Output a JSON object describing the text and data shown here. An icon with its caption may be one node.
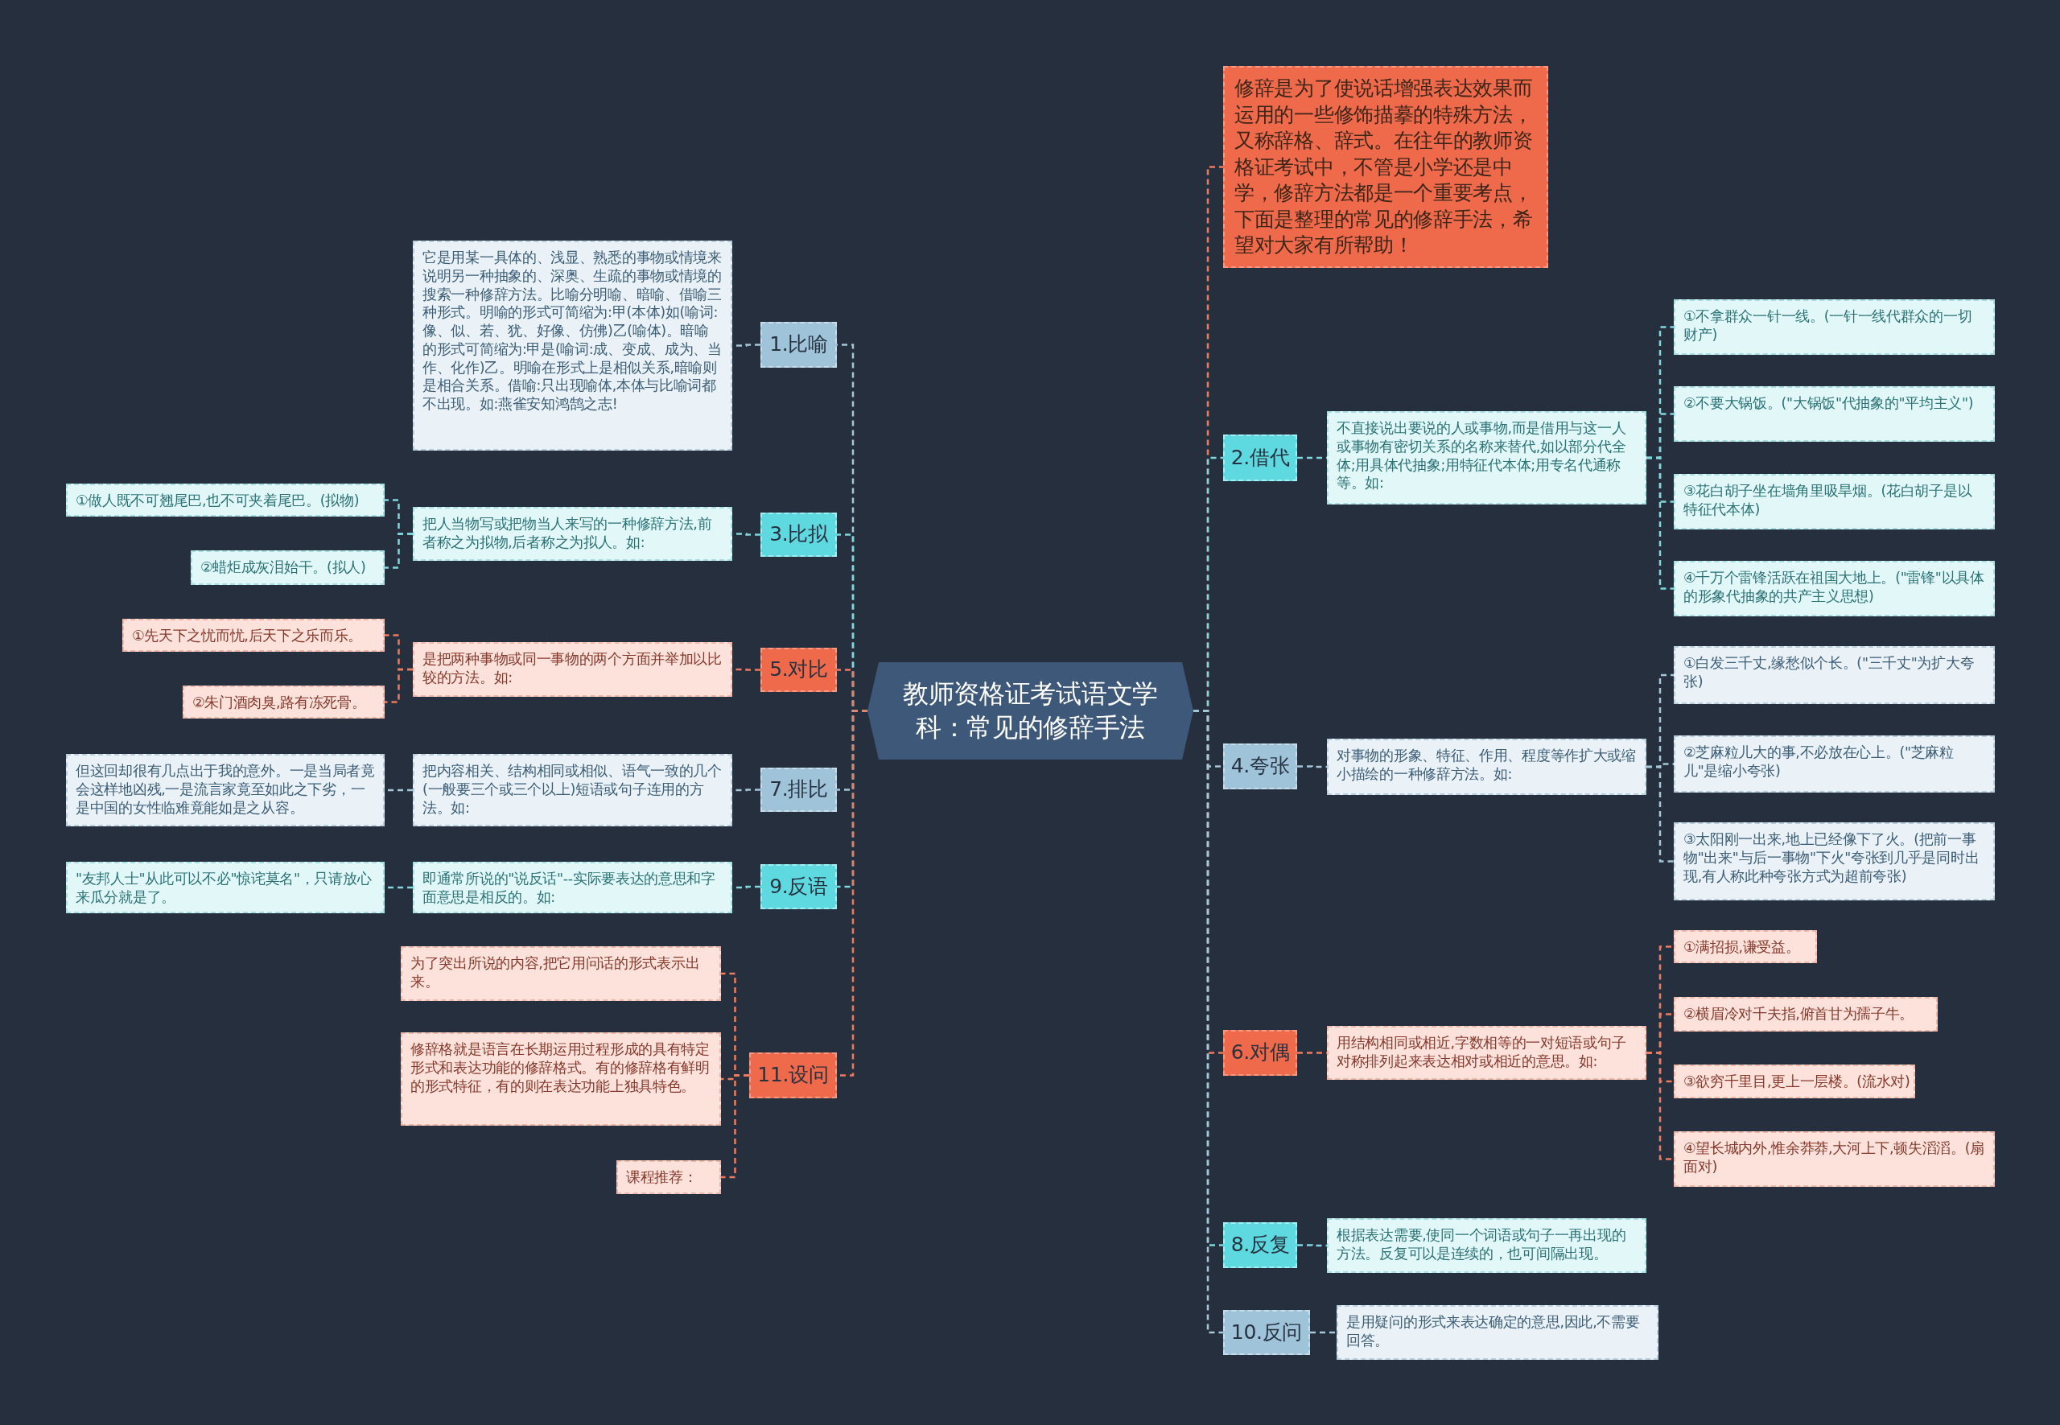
{
  "diagram": {
    "nodes": [
      {
        "text": [
          "教师资格证考试语文学科：常见的修辞手法"
        ]
      },
      {
        "text": [
          "修辞是为了使说话增强表达效果而运用的一些修饰描摹的特殊方法，又称辞格、辞式。在往年的教师资格证考试中，不管是小学还是中学，修辞方法都是一个重要考点，下面是整理的常见的修辞手法，希望对大家有所帮助！"
        ]
      },
      {
        "text": [
          "2.借代"
        ]
      },
      {
        "text": [
          "不直接说出要说的人或事物,而是借用与这一人或事物有密切关系的名称来替代,如以部分代全体;用具体代抽象;用特征代本体;用专名代通称等。如:"
        ]
      },
      {
        "text": [
          "①不拿群众一针一线。(一针一线代群众的一切财产)"
        ]
      },
      {
        "text": [
          "②不要大锅饭。(\"大锅饭\"代抽象的\"平均主义\")"
        ]
      },
      {
        "text": [
          "③花白胡子坐在墙角里吸旱烟。(花白胡子是以特征代本体)"
        ]
      },
      {
        "text": [
          "④千万个雷锋活跃在祖国大地上。(\"雷锋\"以具体的形象代抽象的共产主义思想)"
        ]
      },
      {
        "text": [
          "4.夸张"
        ]
      },
      {
        "text": [
          "对事物的形象、特征、作用、程度等作扩大或缩小描绘的一种修辞方法。如:"
        ]
      },
      {
        "text": [
          "①白发三千丈,缘愁似个长。(\"三千丈\"为扩大夸张)"
        ]
      },
      {
        "text": [
          "②芝麻粒儿大的事,不必放在心上。(\"芝麻粒儿\"是缩小夸张)"
        ]
      },
      {
        "text": [
          "③太阳刚一出来,地上已经像下了火。(把前一事物\"出来\"与后一事物\"下火\"夸张到几乎是同时出现,有人称此种夸张方式为超前夸张)"
        ]
      },
      {
        "text": [
          "6.对偶"
        ]
      },
      {
        "text": [
          "用结构相同或相近,字数相等的一对短语或句子对称排列起来表达相对或相近的意思。如:"
        ]
      },
      {
        "text": [
          "①满招损,谦受益。"
        ]
      },
      {
        "text": [
          "②横眉冷对千夫指,俯首甘为孺子牛。"
        ]
      },
      {
        "text": [
          "③欲穷千里目,更上一层楼。(流水对)"
        ]
      },
      {
        "text": [
          "④望长城内外,惟余莽莽,大河上下,顿失滔滔。(扇面对)"
        ]
      },
      {
        "text": [
          "8.反复"
        ]
      },
      {
        "text": [
          "根据表达需要,使同一个词语或句子一再出现的方法。反复可以是连续的，也可间隔出现。"
        ]
      },
      {
        "text": [
          "10.反问"
        ]
      },
      {
        "text": [
          "是用疑问的形式来表达确定的意思,因此,不需要回答。"
        ]
      },
      {
        "text": [
          "1.比喻"
        ]
      },
      {
        "text": [
          "它是用某一具体的、浅显、熟悉的事物或情境来说明另一种抽象的、深奥、生疏的事物或情境的搜索一种修辞方法。比喻分明喻、暗喻、借喻三种形式。明喻的形式可简缩为:甲(本体)如(喻词:像、似、若、犹、好像、仿佛)乙(喻体)。暗喻的形式可简缩为:甲是(喻词:成、变成、成为、当作、化作)乙。明喻在形式上是相似关系,暗喻则是相合关系。借喻:只出现喻体,本体与比喻词都不出现。如:燕雀安知鸿鹄之志!"
        ]
      },
      {
        "text": [
          "3.比拟"
        ]
      },
      {
        "text": [
          "把人当物写或把物当人来写的一种修辞方法,前者称之为拟物,后者称之为拟人。如:"
        ]
      },
      {
        "text": [
          "①做人既不可翘尾巴,也不可夹着尾巴。(拟物)"
        ]
      },
      {
        "text": [
          "②蜡炬成灰泪始干。(拟人)"
        ]
      },
      {
        "text": [
          "5.对比"
        ]
      },
      {
        "text": [
          "是把两种事物或同一事物的两个方面并举加以比较的方法。如:"
        ]
      },
      {
        "text": [
          "①先天下之忧而忧,后天下之乐而乐。"
        ]
      },
      {
        "text": [
          "②朱门酒肉臭,路有冻死骨。"
        ]
      },
      {
        "text": [
          "7.排比"
        ]
      },
      {
        "text": [
          "把内容相关、结构相同或相似、语气一致的几个(一般要三个或三个以上)短语或句子连用的方法。如:"
        ]
      },
      {
        "text": [
          "但这回却很有几点出于我的意外。一是当局者竟会这样地凶残,一是流言家竟至如此之下劣，一是中国的女性临难竟能如是之从容。"
        ]
      },
      {
        "text": [
          "9.反语"
        ]
      },
      {
        "text": [
          "即通常所说的\"说反话\"--实际要表达的意思和字面意思是相反的。如:"
        ]
      },
      {
        "text": [
          "\"友邦人士\"从此可以不必\"惊诧莫名\"，只请放心来瓜分就是了。"
        ]
      },
      {
        "text": [
          "11.设问"
        ]
      },
      {
        "text": [
          "为了突出所说的内容,把它用问话的形式表示出来。"
        ]
      },
      {
        "text": [
          "修辞格就是语言在长期运用过程形成的具有特定形式和表达功能的修辞格式。有的修辞格有鲜明的形式特征，有的则在表达功能上独具特色。"
        ]
      },
      {
        "text": [
          "课程推荐："
        ]
      }
    ],
    "edges": [
      {
        "from": 0,
        "to": 1,
        "arrow": "none",
        "color": "#ef7b5e"
      },
      {
        "from": 0,
        "to": 2,
        "arrow": "none",
        "color": "#7fd8de"
      },
      {
        "from": 2,
        "to": 3,
        "arrow": "none",
        "color": "#7fd8de"
      },
      {
        "from": 3,
        "to": 4,
        "arrow": "none",
        "color": "#7fd8de"
      },
      {
        "from": 3,
        "to": 5,
        "arrow": "none",
        "color": "#7fd8de"
      },
      {
        "from": 3,
        "to": 6,
        "arrow": "none",
        "color": "#7fd8de"
      },
      {
        "from": 3,
        "to": 7,
        "arrow": "none",
        "color": "#7fd8de"
      },
      {
        "from": 0,
        "to": 8,
        "arrow": "none",
        "color": "#a4c7da"
      },
      {
        "from": 8,
        "to": 9,
        "arrow": "none",
        "color": "#a4c7da"
      },
      {
        "from": 9,
        "to": 10,
        "arrow": "none",
        "color": "#a4c7da"
      },
      {
        "from": 9,
        "to": 11,
        "arrow": "none",
        "color": "#a4c7da"
      },
      {
        "from": 9,
        "to": 12,
        "arrow": "none",
        "color": "#a4c7da"
      },
      {
        "from": 0,
        "to": 13,
        "arrow": "none",
        "color": "#ef7b5e"
      },
      {
        "from": 13,
        "to": 14,
        "arrow": "none",
        "color": "#ef7b5e"
      },
      {
        "from": 14,
        "to": 15,
        "arrow": "none",
        "color": "#ef7b5e"
      },
      {
        "from": 14,
        "to": 16,
        "arrow": "none",
        "color": "#ef7b5e"
      },
      {
        "from": 14,
        "to": 17,
        "arrow": "none",
        "color": "#ef7b5e"
      },
      {
        "from": 14,
        "to": 18,
        "arrow": "none",
        "color": "#ef7b5e"
      },
      {
        "from": 0,
        "to": 19,
        "arrow": "none",
        "color": "#7fd8de"
      },
      {
        "from": 19,
        "to": 20,
        "arrow": "none",
        "color": "#7fd8de"
      },
      {
        "from": 0,
        "to": 21,
        "arrow": "none",
        "color": "#a4c7da"
      },
      {
        "from": 21,
        "to": 22,
        "arrow": "none",
        "color": "#a4c7da"
      },
      {
        "from": 0,
        "to": 23,
        "arrow": "none",
        "color": "#a4c7da"
      },
      {
        "from": 23,
        "to": 24,
        "arrow": "none",
        "color": "#a4c7da"
      },
      {
        "from": 0,
        "to": 25,
        "arrow": "none",
        "color": "#7fd8de"
      },
      {
        "from": 25,
        "to": 26,
        "arrow": "none",
        "color": "#7fd8de"
      },
      {
        "from": 26,
        "to": 27,
        "arrow": "none",
        "color": "#7fd8de"
      },
      {
        "from": 26,
        "to": 28,
        "arrow": "none",
        "color": "#7fd8de"
      },
      {
        "from": 0,
        "to": 29,
        "arrow": "none",
        "color": "#ef7b5e"
      },
      {
        "from": 29,
        "to": 30,
        "arrow": "none",
        "color": "#ef7b5e"
      },
      {
        "from": 30,
        "to": 31,
        "arrow": "none",
        "color": "#ef7b5e"
      },
      {
        "from": 30,
        "to": 32,
        "arrow": "none",
        "color": "#ef7b5e"
      },
      {
        "from": 0,
        "to": 33,
        "arrow": "none",
        "color": "#a4c7da"
      },
      {
        "from": 33,
        "to": 34,
        "arrow": "none",
        "color": "#a4c7da"
      },
      {
        "from": 34,
        "to": 35,
        "arrow": "none",
        "color": "#a4c7da"
      },
      {
        "from": 0,
        "to": 36,
        "arrow": "none",
        "color": "#7fd8de"
      },
      {
        "from": 36,
        "to": 37,
        "arrow": "none",
        "color": "#7fd8de"
      },
      {
        "from": 37,
        "to": 38,
        "arrow": "none",
        "color": "#7fd8de"
      },
      {
        "from": 0,
        "to": 39,
        "arrow": "none",
        "color": "#ef7b5e"
      },
      {
        "from": 39,
        "to": 40,
        "arrow": "none",
        "color": "#ef7b5e"
      },
      {
        "from": 39,
        "to": 41,
        "arrow": "none",
        "color": "#ef7b5e"
      },
      {
        "from": 39,
        "to": 42,
        "arrow": "none",
        "color": "#ef7b5e"
      }
    ]
  }
}
